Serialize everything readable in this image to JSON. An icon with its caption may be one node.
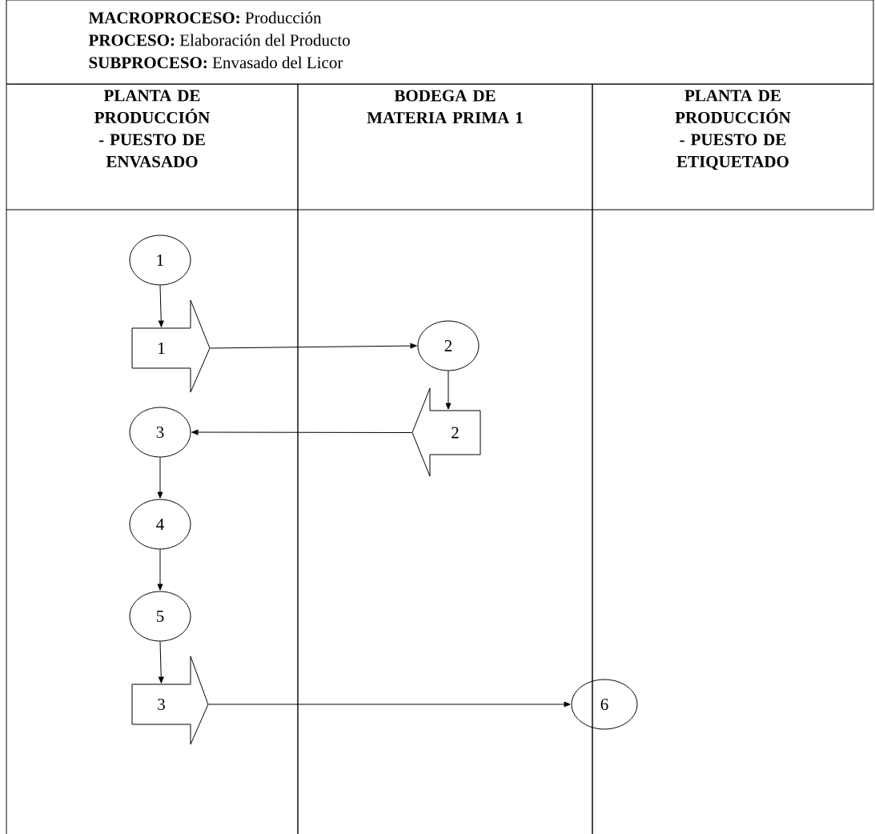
{
  "diagram": {
    "nodes": [
      {
        "text": [
          "PLANTA DE PRODUCCIÓN - PUESTO DE ENVASADO"
        ]
      },
      {
        "text": [
          "BODEGA DE MATERIA PRIMA 1"
        ]
      },
      {
        "text": [
          "PLANTA DE PRODUCCIÓN - PUESTO DE ETIQUETADO"
        ]
      },
      {
        "text": [
          "1"
        ],
        "in": 0
      },
      {
        "text": [
          "1"
        ],
        "in": 0
      },
      {
        "text": [
          "2"
        ],
        "in": 1
      },
      {
        "text": [
          "2"
        ],
        "in": 1
      },
      {
        "text": [
          "3"
        ],
        "in": 0
      },
      {
        "text": [
          "4"
        ],
        "in": 0
      },
      {
        "text": [
          "5"
        ],
        "in": 0
      },
      {
        "text": [
          "3"
        ],
        "in": 0
      },
      {
        "text": [
          "6"
        ],
        "in": 2
      }
    ],
    "edges": [
      {
        "from": 3,
        "to": 4,
        "arrow": "to"
      },
      {
        "from": 4,
        "to": 5,
        "arrow": "to"
      },
      {
        "from": 5,
        "to": 6,
        "arrow": "to"
      },
      {
        "from": 6,
        "to": 7,
        "arrow": "to"
      },
      {
        "from": 7,
        "to": 8,
        "arrow": "to"
      },
      {
        "from": 8,
        "to": 9,
        "arrow": "to"
      },
      {
        "from": 9,
        "to": 10,
        "arrow": "to"
      },
      {
        "from": 10,
        "to": 11,
        "arrow": "to"
      }
    ],
    "labels": [
      "**MACROPROCESO:** Producción",
      "**PROCESO:** Elaboración del Producto",
      "**SUBPROCESO:** Envasado del Licor"
    ]
  }
}
